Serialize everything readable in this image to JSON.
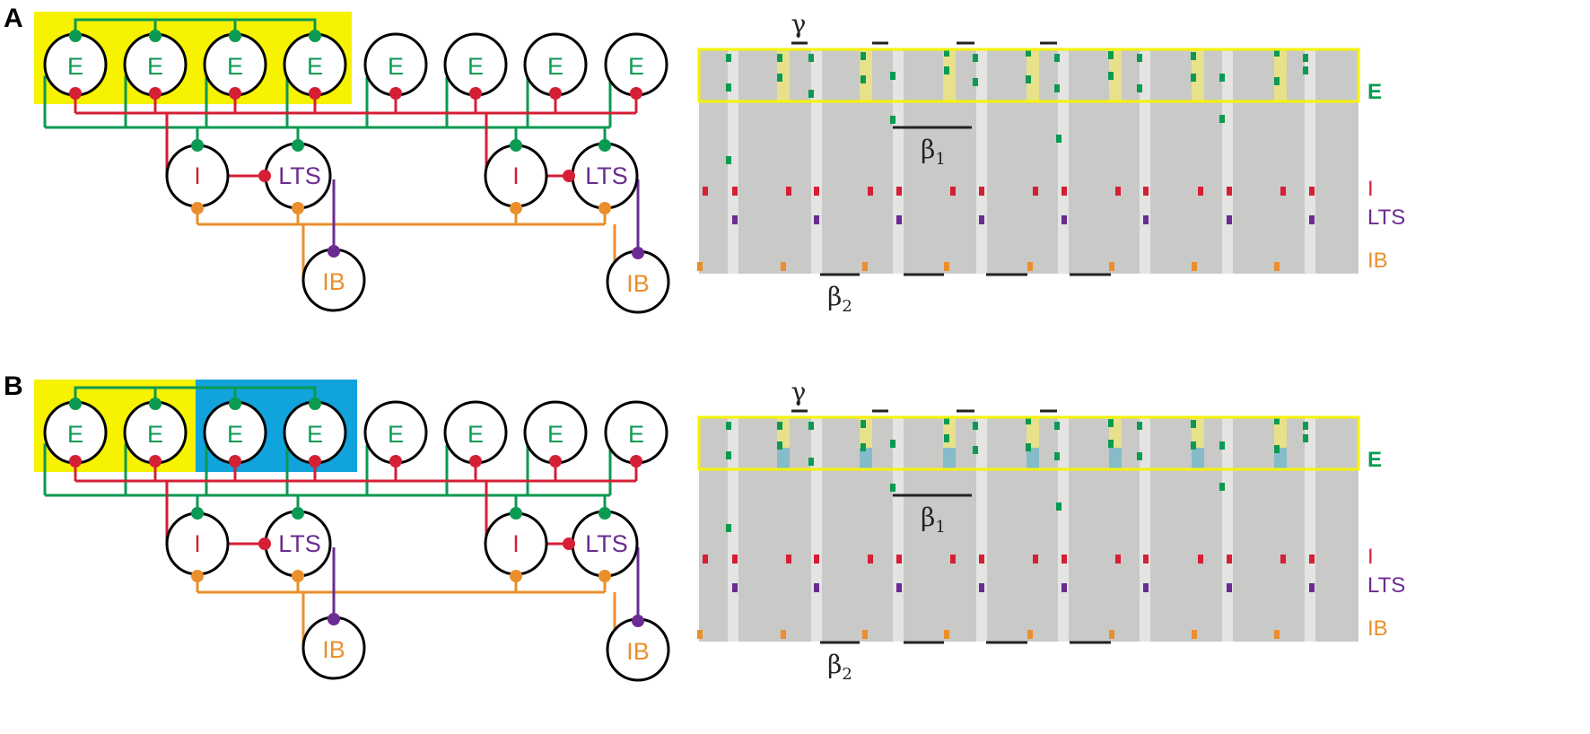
{
  "colors": {
    "excitatory": "#0b9a52",
    "inhibitory": "#d51f35",
    "lts": "#6a2c91",
    "ib": "#ea8f2b",
    "highlight_yellow": "#f6f200",
    "highlight_blue": "#10a3dc",
    "raster_bg": "#c9c9c7",
    "raster_band": "#e4e4e2",
    "raster_gamma_band": "#e6e18a",
    "raster_blue_band": "#86bcc9"
  },
  "icons": [
    "excitatory-cell",
    "inhibitory-cell",
    "lts-cell",
    "ib-cell",
    "synapse-dot"
  ],
  "panels": [
    {
      "letter": "A",
      "highlight_mode": "yellow-only",
      "circuit": {
        "e_label": "E",
        "i_label": "I",
        "lts_label": "LTS",
        "ib_label": "IB"
      },
      "raster": {
        "row_labels": {
          "e": "E",
          "i": "I",
          "lts": "LTS",
          "ib": "IB"
        },
        "gamma_label": "γ",
        "beta1_label": "β",
        "beta1_sub": "1",
        "beta2_label": "β",
        "beta2_sub": "2"
      }
    },
    {
      "letter": "B",
      "highlight_mode": "yellow-blue",
      "circuit": {
        "e_label": "E",
        "i_label": "I",
        "lts_label": "LTS",
        "ib_label": "IB"
      },
      "raster": {
        "row_labels": {
          "e": "E",
          "i": "I",
          "lts": "LTS",
          "ib": "IB"
        },
        "gamma_label": "γ",
        "beta1_label": "β",
        "beta1_sub": "1",
        "beta2_label": "β",
        "beta2_sub": "2"
      }
    }
  ]
}
